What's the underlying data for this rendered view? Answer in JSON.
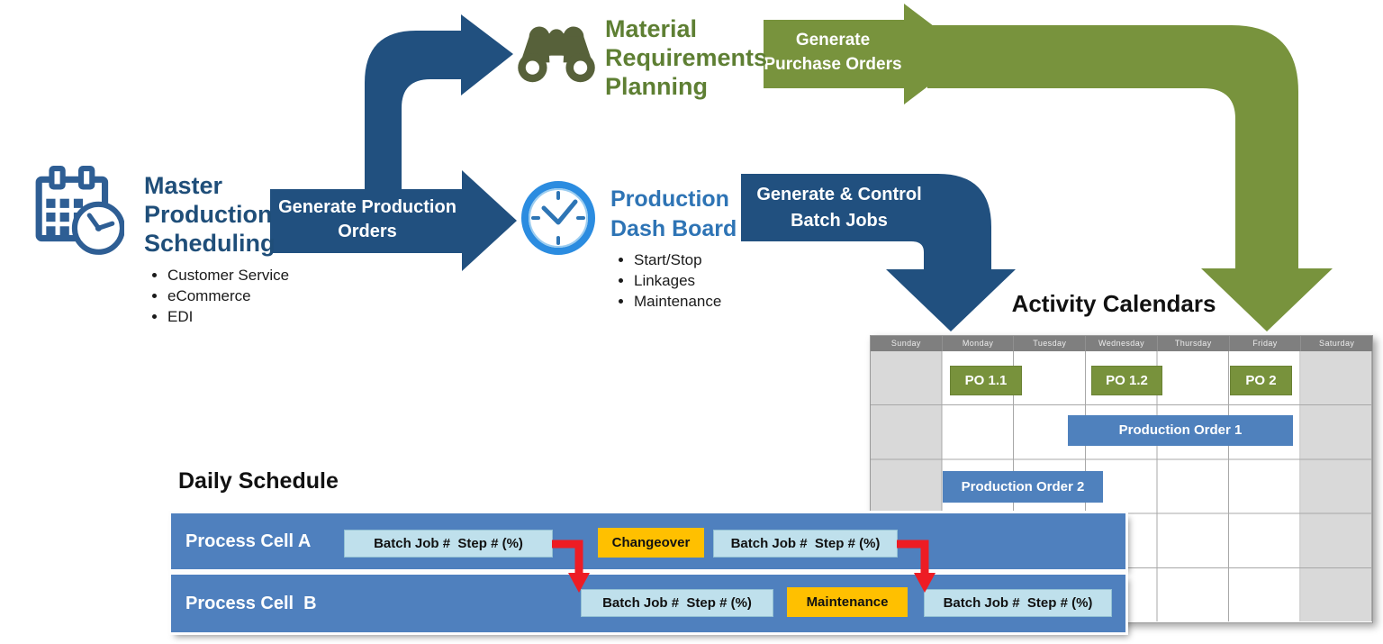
{
  "headings": {
    "activity_calendars": "Activity Calendars",
    "daily_schedule": "Daily Schedule"
  },
  "mps": {
    "title_lines": [
      "Master",
      "Production",
      "Scheduling"
    ],
    "bullets": [
      "Customer Service",
      "eCommerce",
      "EDI"
    ],
    "icon": "calendar-clock-icon"
  },
  "mrp": {
    "title_lines": [
      "Material",
      "Requirements",
      "Planning"
    ],
    "icon": "binoculars-icon"
  },
  "pdb": {
    "title_lines": [
      "Production",
      "Dash Board"
    ],
    "bullets": [
      "Start/Stop",
      "Linkages",
      "Maintenance"
    ],
    "icon": "clock-icon"
  },
  "arrows": {
    "generate_production_orders": "Generate Production Orders",
    "generate_purchase_orders": "Generate Purchase Orders",
    "generate_control_batch_jobs": "Generate & Control Batch Jobs"
  },
  "calendar": {
    "title": "Activity Calendars",
    "days": [
      "Sunday",
      "Monday",
      "Tuesday",
      "Wednesday",
      "Thursday",
      "Friday",
      "Saturday"
    ],
    "events": [
      {
        "label": "PO 1.1",
        "day": "Monday",
        "week": 1,
        "type": "purchase-order"
      },
      {
        "label": "PO 1.2",
        "day": "Wednesday",
        "week": 1,
        "type": "purchase-order"
      },
      {
        "label": "PO 2",
        "day": "Friday",
        "week": 1,
        "type": "purchase-order"
      },
      {
        "label": "Production Order 1",
        "days": "Wednesday-Friday",
        "week": 2,
        "type": "production-order"
      },
      {
        "label": "Production Order 2",
        "days": "Monday-Wednesday",
        "week": 3,
        "type": "production-order"
      }
    ]
  },
  "schedule": {
    "title": "Daily Schedule",
    "row_a_label": "Process Cell A",
    "row_b_label": "Process Cell  B",
    "batch_label": "Batch Job #  Step # (%)",
    "changeover_label": "Changeover",
    "maintenance_label": "Maintenance"
  },
  "colors": {
    "dark_blue_arrow": "#21507f",
    "green_arrow": "#78933d",
    "green_text": "#5e7f33",
    "olive_icon": "#57613a",
    "medium_blue_bar": "#4f80be",
    "order_bar_blue": "#4f81bd",
    "po_green": "#78923c",
    "light_blue_box": "#bfe0ec",
    "amber_box": "#ffc000",
    "red_arrow": "#ed1c24",
    "calendar_header_gray": "#7f7f7f",
    "weekend_gray": "#d9d9d9",
    "mps_text_blue": "#1f4e79",
    "pdb_text_blue": "#2e74b5"
  }
}
